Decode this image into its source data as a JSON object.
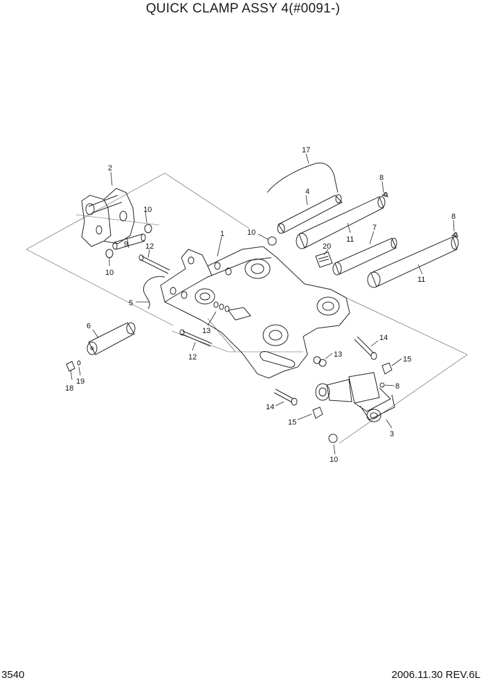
{
  "title": "QUICK CLAMP ASSY 4(#0091-)",
  "footer": {
    "page_number": "3540",
    "revision": "2006.11.30  REV.6L"
  },
  "callouts": {
    "c1": "1",
    "c2": "2",
    "c3": "3",
    "c4": "4",
    "c5": "5",
    "c6": "6",
    "c7": "7",
    "c8a": "8",
    "c8b": "8",
    "c8c": "8",
    "c9": "9",
    "c10a": "10",
    "c10b": "10",
    "c10c": "10",
    "c10d": "10",
    "c11a": "11",
    "c11b": "11",
    "c12a": "12",
    "c12b": "12",
    "c13a": "13",
    "c13b": "13",
    "c14a": "14",
    "c14b": "14",
    "c15a": "15",
    "c15b": "15",
    "c17": "17",
    "c18": "18",
    "c19": "19",
    "c20": "20"
  }
}
